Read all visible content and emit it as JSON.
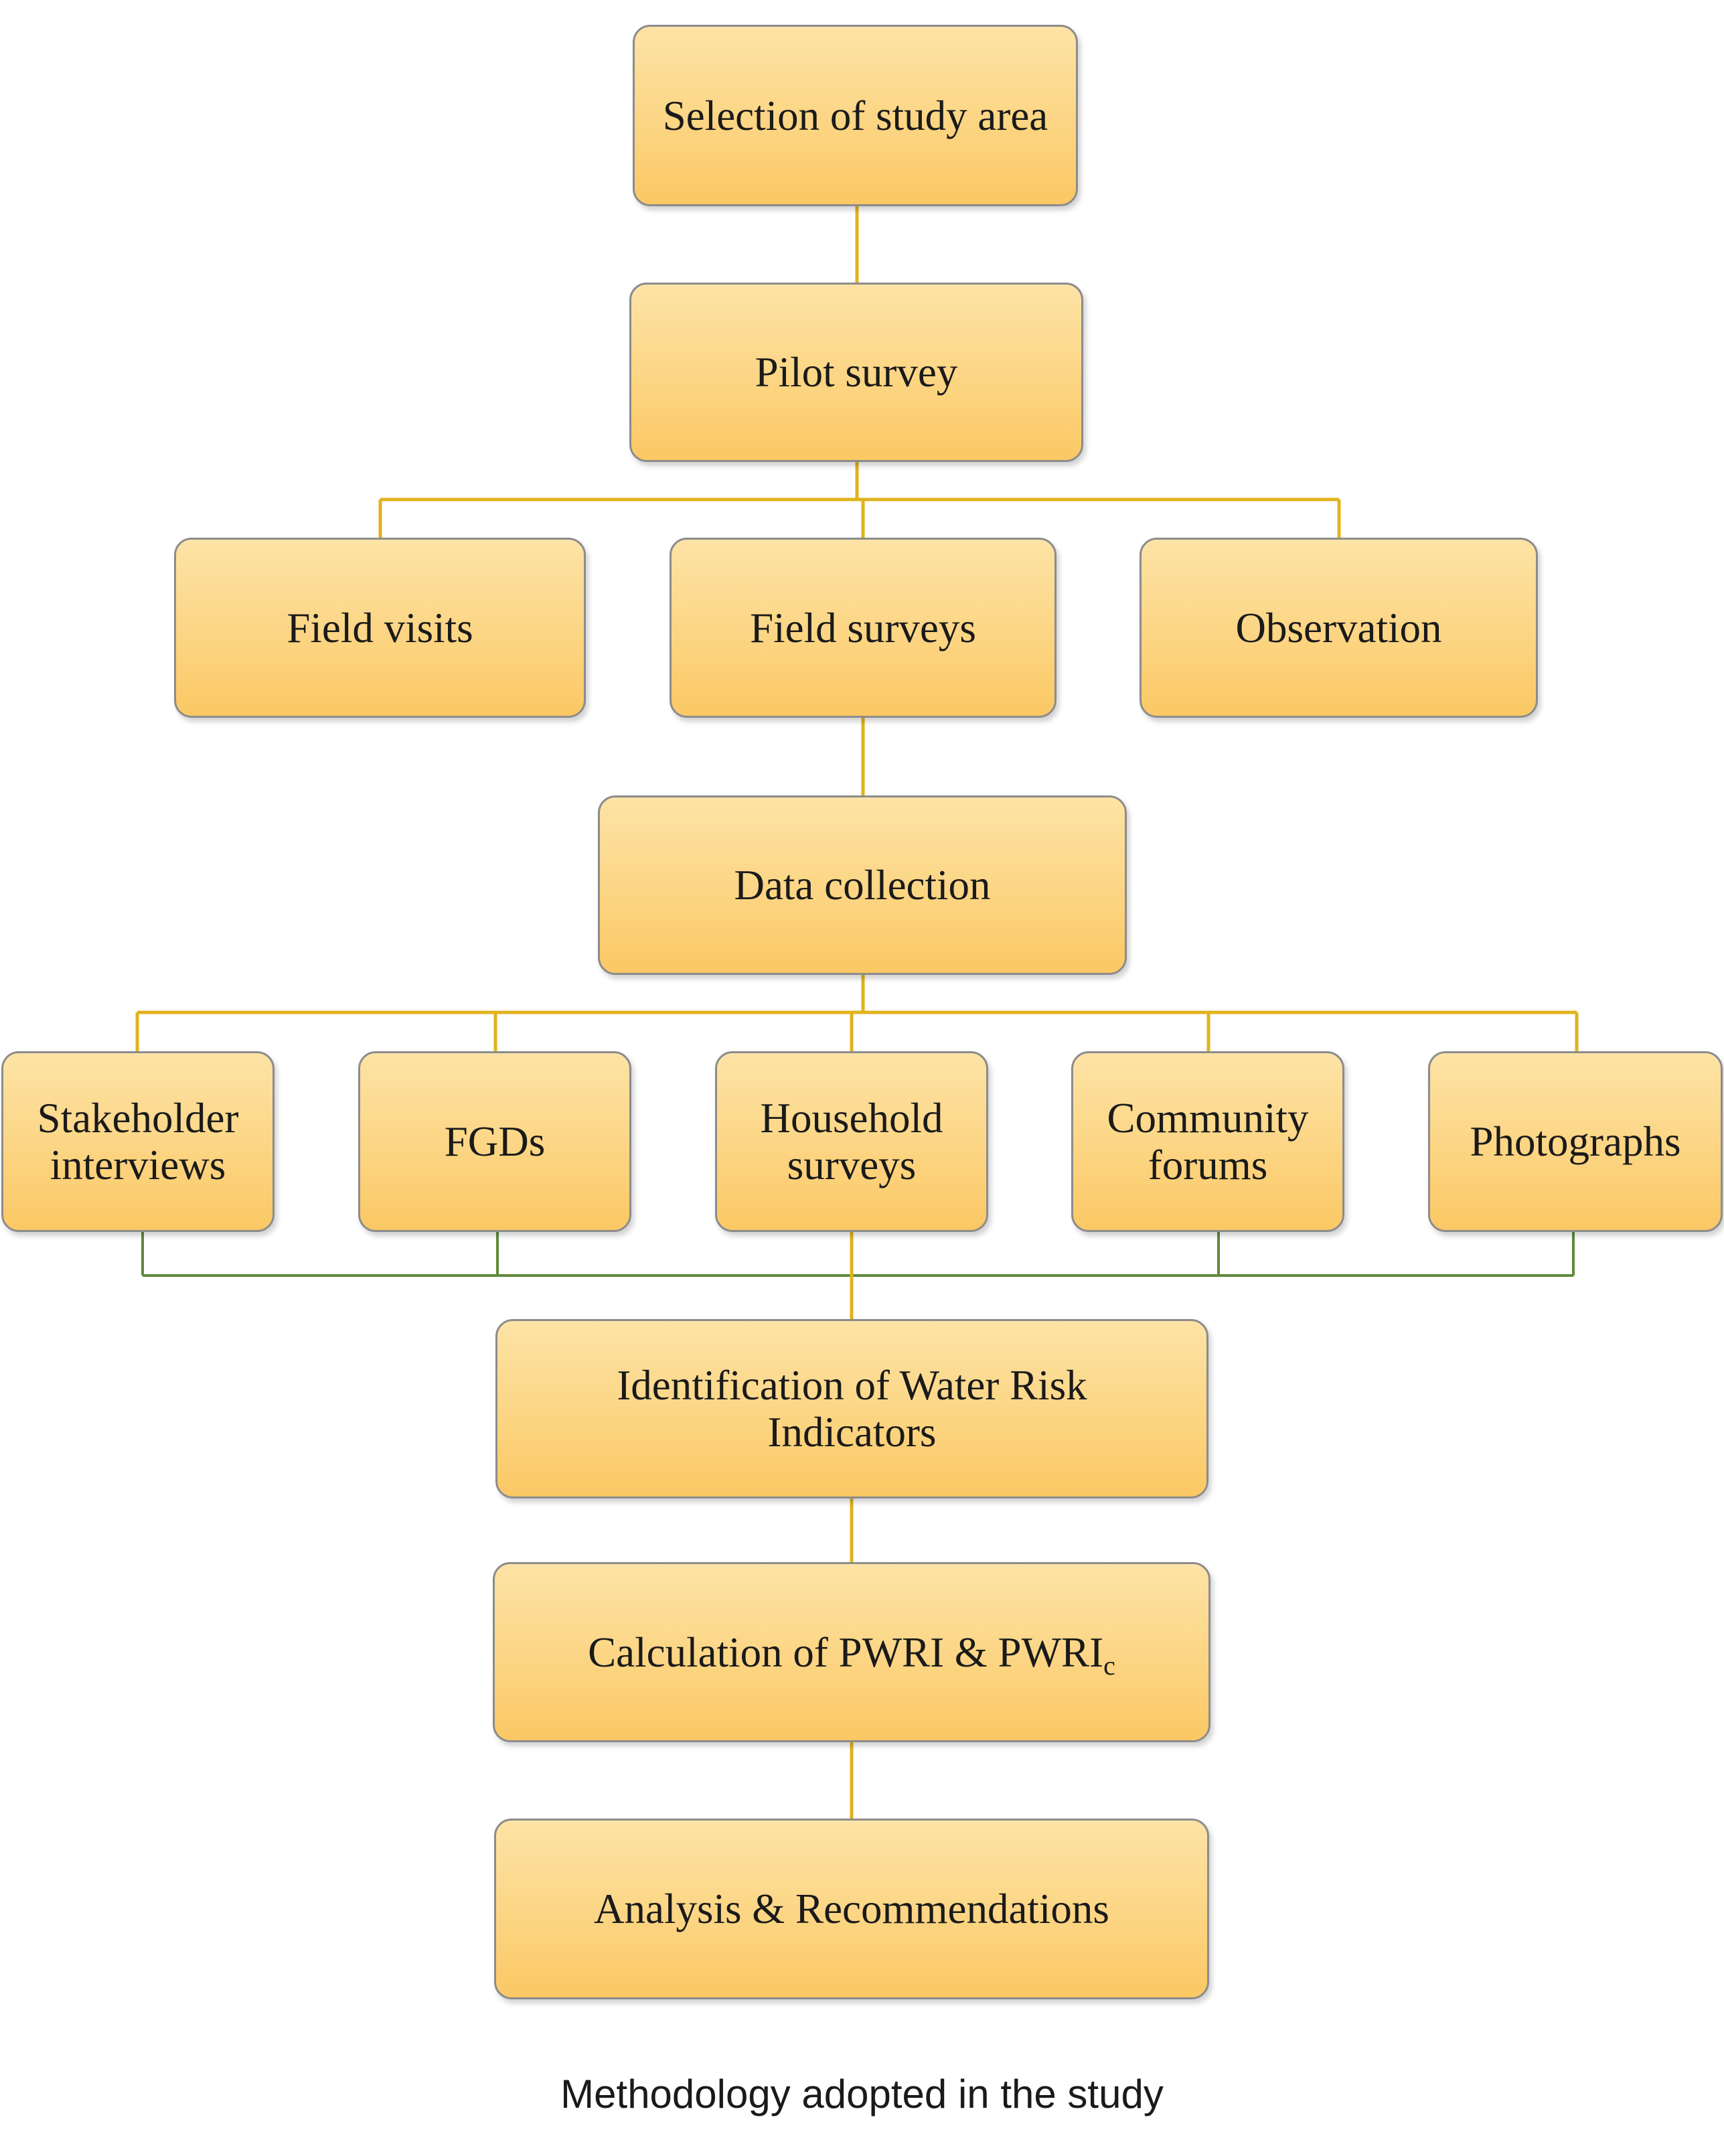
{
  "diagram": {
    "nodes": {
      "selection": "Selection of study area",
      "pilot": "Pilot survey",
      "field_visits": "Field visits",
      "field_surveys": "Field surveys",
      "observation": "Observation",
      "data_collection": "Data collection",
      "stakeholder_1": "Stakeholder",
      "stakeholder_2": "interviews",
      "fgds": "FGDs",
      "household_1": "Household",
      "household_2": "surveys",
      "community_1": "Community",
      "community_2": "forums",
      "photographs": "Photographs",
      "identification_1": "Identification of Water Risk",
      "identification_2": "Indicators",
      "calculation_main": "Calculation of PWRI & PWRI",
      "calculation_sub": "c",
      "analysis": "Analysis & Recommendations"
    },
    "caption": "Methodology adopted in the study",
    "colors": {
      "connector_gold": "#e0b31c",
      "connector_green": "#5e8a3c",
      "box_fill_top": "#fde3a6",
      "box_fill_bottom": "#fbc864",
      "box_border": "#8c8c8c"
    }
  }
}
